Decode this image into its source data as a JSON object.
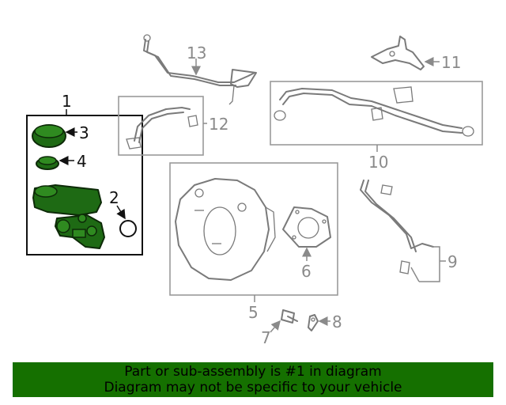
{
  "callouts": {
    "c1": "1",
    "c2": "2",
    "c3": "3",
    "c4": "4",
    "c5": "5",
    "c6": "6",
    "c7": "7",
    "c8": "8",
    "c9": "9",
    "c10": "10",
    "c11": "11",
    "c12": "12",
    "c13": "13"
  },
  "highlight_color": "#1e6a14",
  "banner": {
    "line1": "Part or sub-assembly is #1 in diagram",
    "line2": "Diagram may not be specific to your vehicle",
    "background": "#157000"
  }
}
